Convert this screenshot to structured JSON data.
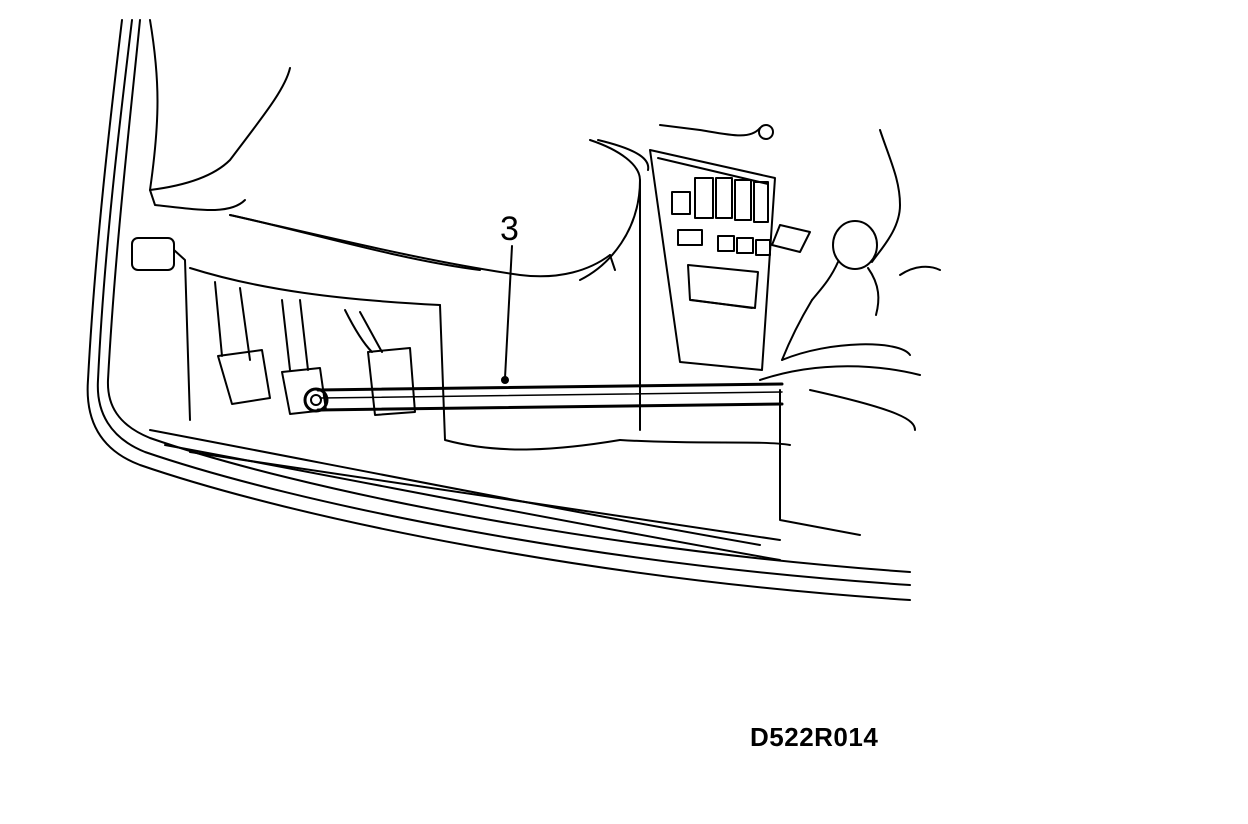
{
  "diagram": {
    "callouts": [
      {
        "id": "3",
        "label": "3",
        "target": "cable-rod"
      }
    ],
    "figure_id": "D522R014"
  }
}
